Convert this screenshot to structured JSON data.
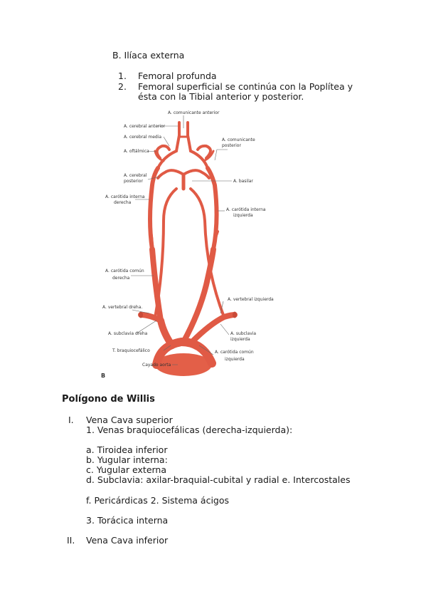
{
  "section_b": {
    "heading": "B. Ilíaca externa",
    "items": [
      {
        "num": "1.",
        "text": "Femoral profunda"
      },
      {
        "num": "2.",
        "text_line1": "Femoral superficial se continúa con la Poplítea y",
        "text_line2": "ésta con la Tibial anterior y posterior."
      }
    ]
  },
  "figure": {
    "labels": {
      "comunicante_anterior": "A. comunicante anterior",
      "cerebral_anterior": "A. cerebral anterior",
      "cerebral_media": "A. cerebral media",
      "oftalmica": "A. oftálmica",
      "comunicante_posterior_l1": "A. comunicante",
      "comunicante_posterior_l2": "posterior",
      "cerebral_posterior_l1": "A. cerebral",
      "cerebral_posterior_l2": "posterior",
      "basilar": "A. basilar",
      "carotida_interna_der_l1": "A. carótida interna",
      "carotida_interna_der_l2": "derecha",
      "carotida_interna_izq_l1": "A. carótida interna",
      "carotida_interna_izq_l2": "izquierda",
      "carotida_comun_der_l1": "A. carótida común",
      "carotida_comun_der_l2": "derecha",
      "vertebral_izq": "A. vertebral izquierda",
      "vertebral_der": "A. vertebral dreha.",
      "subclavia_der": "A. subclavia dreha",
      "subclavia_izq_l1": "A. subclavia",
      "subclavia_izq_l2": "izquierda",
      "braquiocefalico": "T. braquiocefálico",
      "carotida_comun_izq_l1": "A. carótida común",
      "carotida_comun_izq_l2": "izquierda",
      "cayado": "Cayado aorta"
    },
    "panel_letter": "B",
    "caption": "Polígono de Willis",
    "artery_color": "#e05a45"
  },
  "outline": {
    "item_i": {
      "numeral": "I.",
      "title": "Vena Cava superior"
    },
    "sub1": "1. Venas braquiocefálicas (derecha-izquierda):",
    "letters": [
      "a. Tiroidea inferior",
      "b. Yugular interna:",
      "c. Yugular externa",
      "d. Subclavia: axilar-braquial-cubital y radial e. Intercostales"
    ],
    "line_f": "f. Pericárdicas 2. Sistema ácigos",
    "line_3": "3. Torácica interna",
    "item_ii": {
      "numeral": "II.",
      "title": "Vena Cava inferior"
    }
  }
}
